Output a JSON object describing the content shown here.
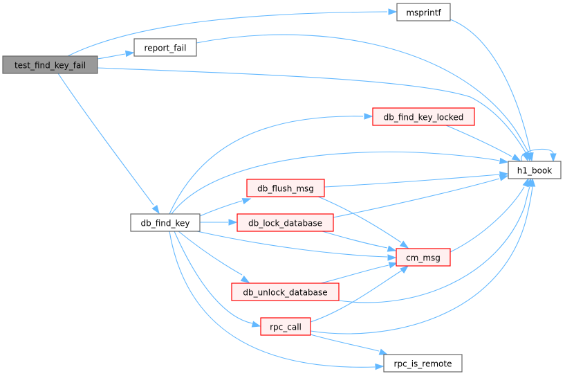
{
  "diagram": {
    "type": "call-graph",
    "colors": {
      "edge": "#63b8ff",
      "root_fill": "#999999",
      "root_border": "#666666",
      "plain_fill": "#ffffff",
      "plain_border": "#666666",
      "truncated_fill": "#fff0f0",
      "truncated_border": "#ff0000"
    },
    "nodes": [
      {
        "id": "test_find_key_fail",
        "label": "test_find_key_fail",
        "kind": "root"
      },
      {
        "id": "msprintf",
        "label": "msprintf",
        "kind": "plain"
      },
      {
        "id": "report_fail",
        "label": "report_fail",
        "kind": "plain"
      },
      {
        "id": "db_find_key_locked",
        "label": "db_find_key_locked",
        "kind": "truncated"
      },
      {
        "id": "h1_book",
        "label": "h1_book",
        "kind": "plain"
      },
      {
        "id": "db_flush_msg",
        "label": "db_flush_msg",
        "kind": "truncated"
      },
      {
        "id": "db_find_key",
        "label": "db_find_key",
        "kind": "plain"
      },
      {
        "id": "db_lock_database",
        "label": "db_lock_database",
        "kind": "truncated"
      },
      {
        "id": "cm_msg",
        "label": "cm_msg",
        "kind": "truncated"
      },
      {
        "id": "db_unlock_database",
        "label": "db_unlock_database",
        "kind": "truncated"
      },
      {
        "id": "rpc_call",
        "label": "rpc_call",
        "kind": "truncated"
      },
      {
        "id": "rpc_is_remote",
        "label": "rpc_is_remote",
        "kind": "plain"
      }
    ],
    "edges": [
      {
        "from": "test_find_key_fail",
        "to": "msprintf"
      },
      {
        "from": "test_find_key_fail",
        "to": "report_fail"
      },
      {
        "from": "test_find_key_fail",
        "to": "h1_book"
      },
      {
        "from": "test_find_key_fail",
        "to": "db_find_key"
      },
      {
        "from": "msprintf",
        "to": "h1_book"
      },
      {
        "from": "report_fail",
        "to": "h1_book"
      },
      {
        "from": "db_find_key_locked",
        "to": "h1_book"
      },
      {
        "from": "h1_book",
        "to": "h1_book"
      },
      {
        "from": "db_find_key",
        "to": "db_find_key_locked"
      },
      {
        "from": "db_find_key",
        "to": "h1_book"
      },
      {
        "from": "db_find_key",
        "to": "db_flush_msg"
      },
      {
        "from": "db_find_key",
        "to": "db_lock_database"
      },
      {
        "from": "db_find_key",
        "to": "cm_msg"
      },
      {
        "from": "db_find_key",
        "to": "db_unlock_database"
      },
      {
        "from": "db_find_key",
        "to": "rpc_call"
      },
      {
        "from": "db_find_key",
        "to": "rpc_is_remote"
      },
      {
        "from": "db_flush_msg",
        "to": "h1_book"
      },
      {
        "from": "db_flush_msg",
        "to": "cm_msg"
      },
      {
        "from": "db_lock_database",
        "to": "h1_book"
      },
      {
        "from": "db_lock_database",
        "to": "cm_msg"
      },
      {
        "from": "cm_msg",
        "to": "h1_book"
      },
      {
        "from": "db_unlock_database",
        "to": "cm_msg"
      },
      {
        "from": "db_unlock_database",
        "to": "h1_book"
      },
      {
        "from": "rpc_call",
        "to": "cm_msg"
      },
      {
        "from": "rpc_call",
        "to": "h1_book"
      },
      {
        "from": "rpc_call",
        "to": "rpc_is_remote"
      }
    ]
  }
}
